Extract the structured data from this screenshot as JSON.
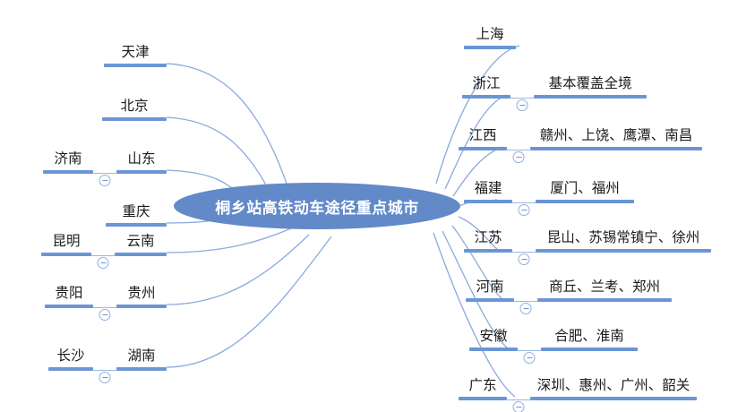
{
  "diagram": {
    "type": "mind-map",
    "title": "桐乡站高铁动车途径重点城市",
    "center": {
      "label": "桐乡站高铁动车途径重点城市",
      "fill": "#6289c8",
      "text_color": "#ffffff"
    },
    "colors": {
      "bar": "#6b95d4",
      "connector": "#9cb9e0",
      "text": "#1b1b1b",
      "icon_border": "#8fb0dd",
      "background": "#ffffff"
    },
    "collapse_icon": "minus-circle-icon",
    "left_branches": [
      {
        "label": "天津",
        "child": null
      },
      {
        "label": "北京",
        "child": null
      },
      {
        "label": "山东",
        "child": "济南"
      },
      {
        "label": "重庆",
        "child": null
      },
      {
        "label": "云南",
        "child": "昆明"
      },
      {
        "label": "贵州",
        "child": "贵阳"
      },
      {
        "label": "湖南",
        "child": "长沙"
      }
    ],
    "right_branches": [
      {
        "label": "上海",
        "child": null
      },
      {
        "label": "浙江",
        "child": "基本覆盖全境"
      },
      {
        "label": "江西",
        "child": "赣州、上饶、鹰潭、南昌"
      },
      {
        "label": "福建",
        "child": "厦门、福州"
      },
      {
        "label": "江苏",
        "child": "昆山、苏锡常镇宁、徐州"
      },
      {
        "label": "河南",
        "child": "商丘、兰考、郑州"
      },
      {
        "label": "安徽",
        "child": "合肥、淮南"
      },
      {
        "label": "广东",
        "child": "深圳、惠州、广州、韶关"
      }
    ]
  }
}
